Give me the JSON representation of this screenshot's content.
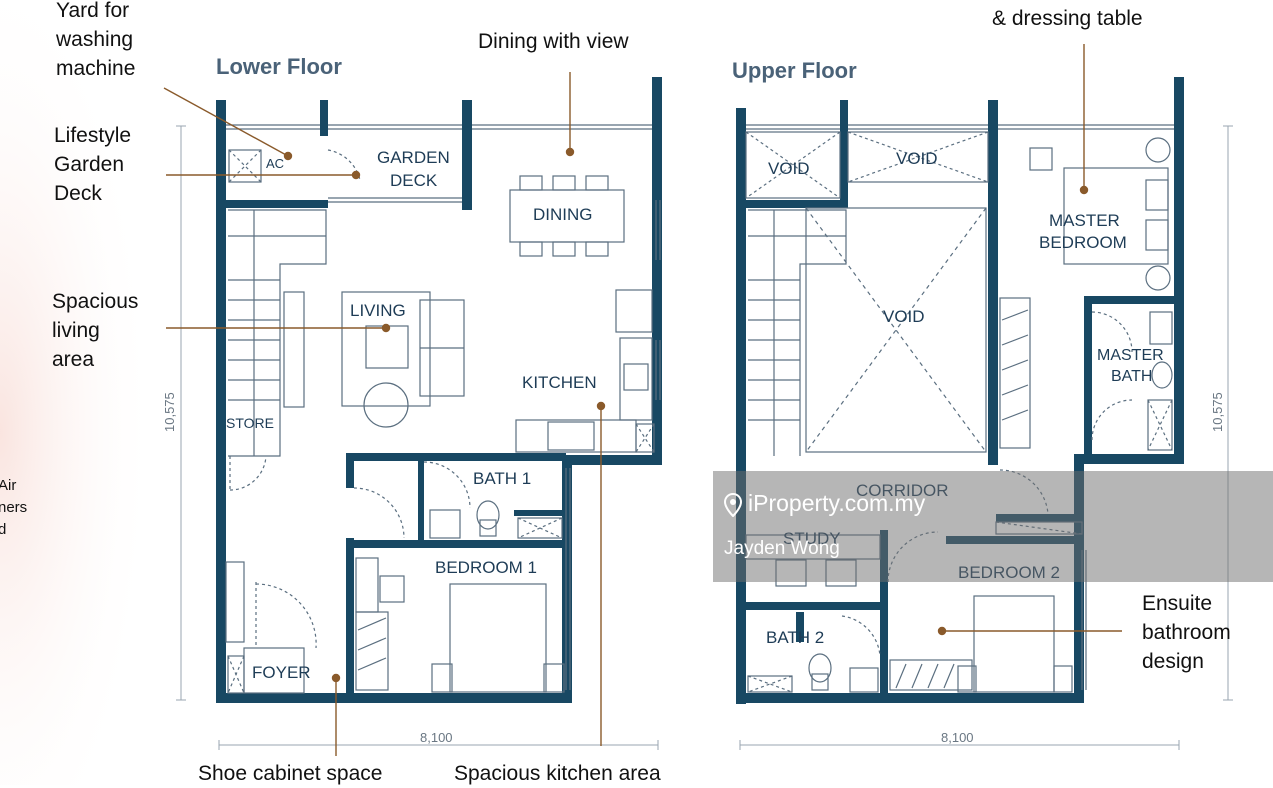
{
  "floors": {
    "lower": {
      "title": "Lower Floor",
      "rooms": {
        "ac": "AC",
        "garden_deck": "GARDEN\nDECK",
        "dining": "DINING",
        "living": "LIVING",
        "kitchen": "KITCHEN",
        "store": "STORE",
        "bath1": "BATH 1",
        "bedroom1": "BEDROOM 1",
        "foyer": "FOYER"
      },
      "dim_height": "10,575",
      "dim_width": "8,100"
    },
    "upper": {
      "title": "Upper Floor",
      "rooms": {
        "void_a": "VOID",
        "void_b": "VOID",
        "void_c": "VOID",
        "master_bedroom": "MASTER\nBEDROOM",
        "master_bath": "MASTER\nBATH",
        "corridor": "CORRIDOR",
        "study": "STUDY",
        "bedroom2": "BEDROOM 2",
        "bath2": "BATH 2"
      },
      "dim_height": "10,575",
      "dim_width": "8,100"
    }
  },
  "callouts": {
    "yard": "Yard for\nwashing\nmachine",
    "garden": "Lifestyle\nGarden\nDeck",
    "living": "Spacious\nliving\narea",
    "dining": "Dining with view",
    "shoe": "Shoe cabinet space",
    "kitchen": "Spacious kitchen area",
    "dressing": "& dressing table",
    "ensuite": "Ensuite\nbathroom\ndesign"
  },
  "side_note": "Air\nners\nd",
  "watermark": {
    "brand": "iProperty.com.my",
    "user": "Jayden Wong"
  },
  "colors": {
    "wall": "#184863",
    "line": "#5b6f80",
    "leader": "#8a5a2b",
    "title": "#4a6278",
    "dim": "#9aa6b1"
  }
}
